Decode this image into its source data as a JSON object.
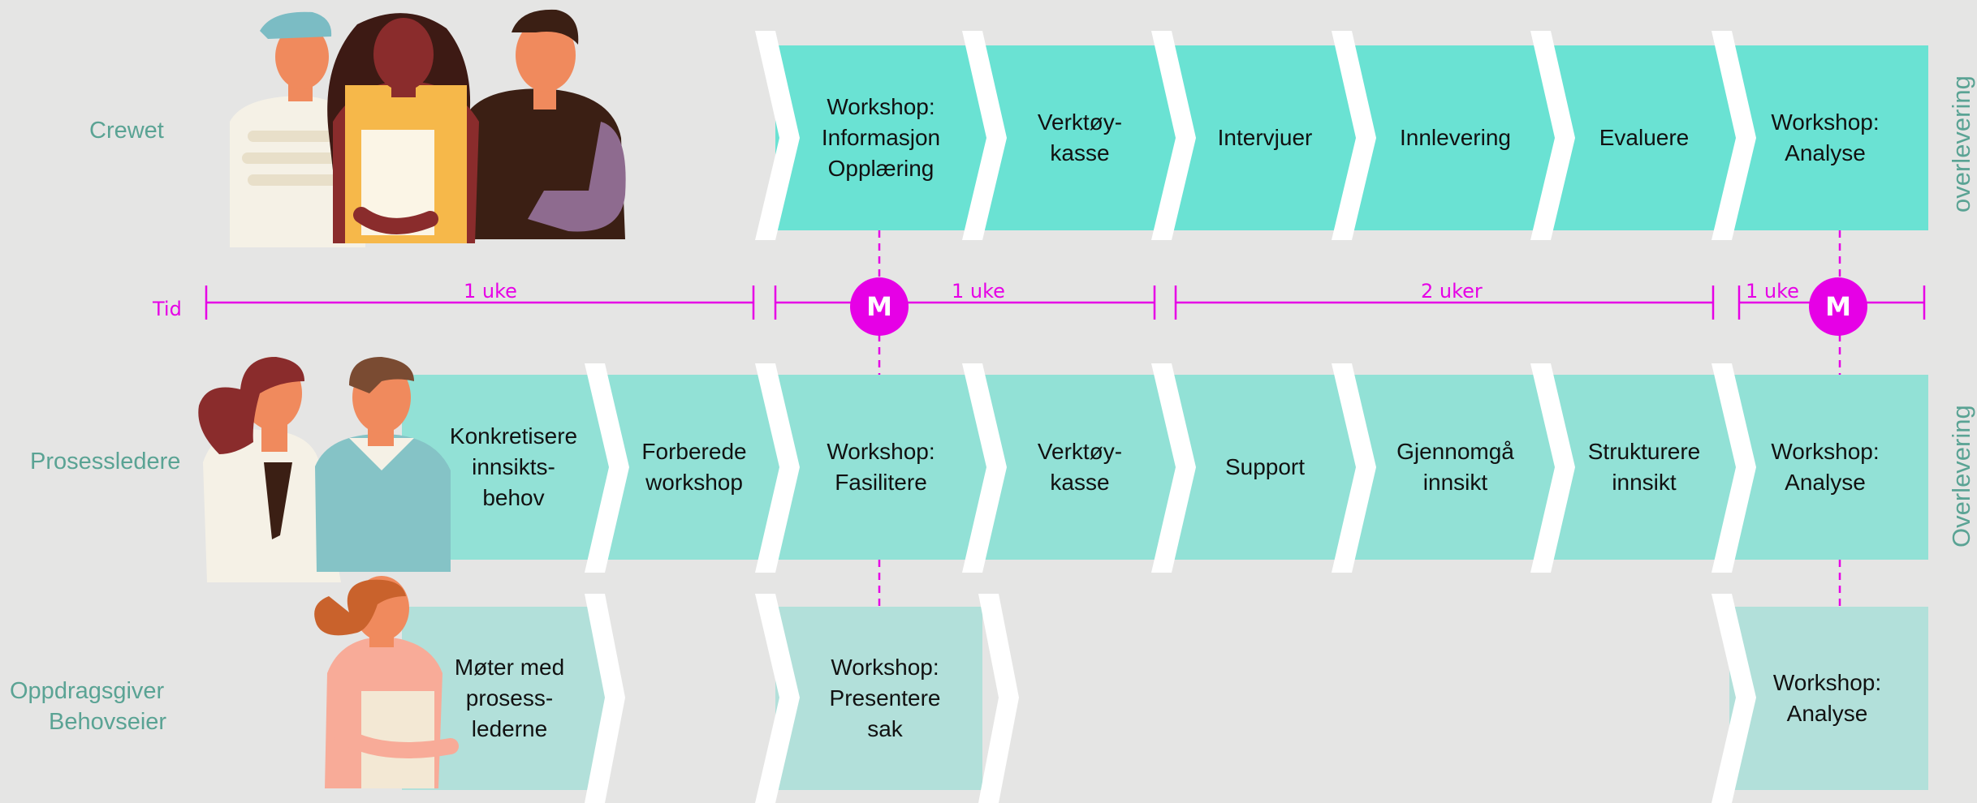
{
  "lanes": {
    "crew": {
      "label": "Crewet",
      "side_label": "overlevering",
      "steps": [
        "Workshop:\nInformasjon\nOpplæring",
        "Verktøy-\nkasse",
        "Intervjuer",
        "Innlevering",
        "Evaluere",
        "Workshop:\nAnalyse"
      ]
    },
    "process": {
      "label": "Prosessledere",
      "side_label": "Overlevering",
      "steps": [
        "Konkretisere\ninnsikts-\nbehov",
        "Forberede\nworkshop",
        "Workshop:\nFasilitere",
        "Verktøy-\nkasse",
        "Support",
        "Gjennomgå\ninnsikt",
        "Strukturere\ninnsikt",
        "Workshop:\nAnalyse"
      ]
    },
    "client": {
      "label_line1": "Oppdragsgiver",
      "label_line2": "Behovseier",
      "steps": [
        "Møter med\nprosess-\nlederne",
        "Workshop:\nPresentere\nsak",
        "Workshop:\nAnalyse"
      ]
    }
  },
  "timeline": {
    "label": "Tid",
    "segments": [
      "1 uke",
      "1 uke",
      "2 uker",
      "1 uke"
    ],
    "milestone_label": "M"
  },
  "colors": {
    "background": "#e5e5e4",
    "crew_fill": "#6ae2d3",
    "process_fill": "#92e1d6",
    "client_fill": "#b2e0da",
    "timeline": "#e600e6",
    "lane_text": "#5aa394"
  },
  "icons": [
    "crew-people-illustration",
    "process-leaders-illustration",
    "client-person-illustration"
  ]
}
